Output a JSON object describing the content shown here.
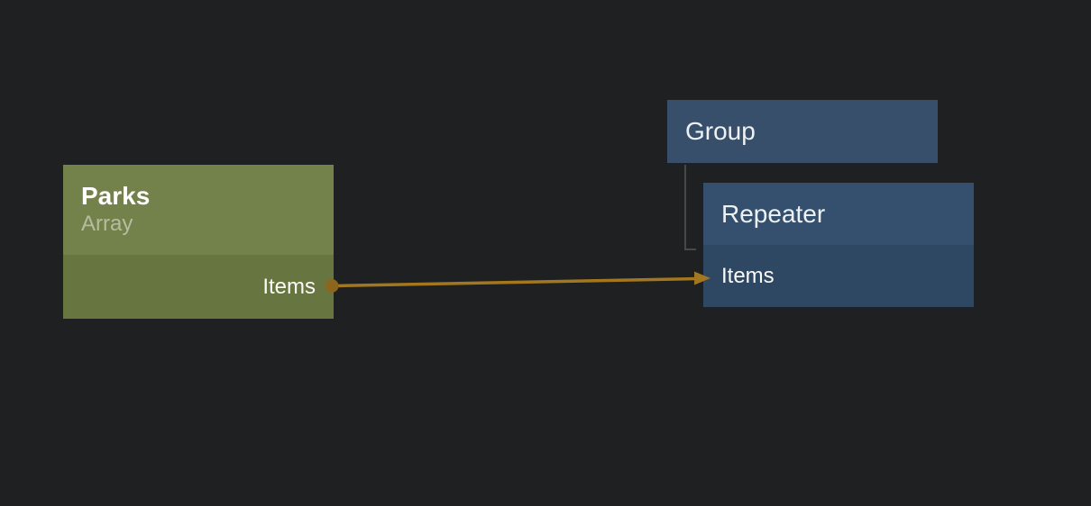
{
  "canvas": {
    "type": "node-binding-editor",
    "background_color": "#1f2021"
  },
  "nodes": {
    "parks": {
      "title": "Parks",
      "subtitle": "Array",
      "ports_out": [
        "Items"
      ],
      "header_color": "#73814b",
      "row_color": "#677641"
    },
    "group": {
      "title": "Group",
      "color": "#374f6b"
    },
    "repeater": {
      "title": "Repeater",
      "ports_in": [
        "Items"
      ],
      "header_color": "#35506e",
      "row_color": "#2e4763"
    }
  },
  "edges": {
    "binding_wire": {
      "from_node": "Parks",
      "from_port": "Items",
      "to_node": "Repeater",
      "to_port": "Items",
      "color": "#a3771f",
      "port_dot_color": "#8c661d",
      "style": "arrow"
    },
    "hierarchy_line": {
      "parent": "Group",
      "child": "Repeater",
      "color": "#484848",
      "style": "elbow"
    }
  }
}
